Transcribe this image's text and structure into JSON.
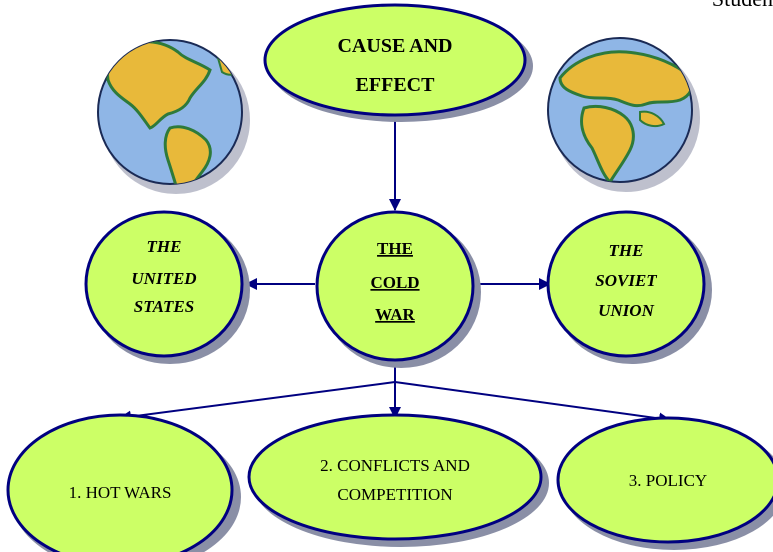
{
  "corner_text": "Studen",
  "colors": {
    "node_fill": "#ccff66",
    "node_stroke": "#000080",
    "arrow": "#000080",
    "shadow": "#8a8fa6",
    "ocean": "#8fb6e6",
    "land": "#e8b93a",
    "land_edge": "#2e7a3a"
  },
  "icons": {
    "globe_left": "globe-americas-icon",
    "globe_right": "globe-africa-eurasia-icon"
  },
  "nodes": {
    "top": {
      "lines": [
        "CAUSE AND",
        "EFFECT"
      ]
    },
    "center": {
      "lines": [
        "THE",
        "COLD",
        "WAR"
      ]
    },
    "left": {
      "lines": [
        "THE",
        "UNITED",
        "STATES"
      ]
    },
    "right": {
      "lines": [
        "THE",
        "SOVIET",
        "UNION"
      ]
    },
    "bottom_1": {
      "lines": [
        "1. HOT WARS"
      ]
    },
    "bottom_2": {
      "lines": [
        "2. CONFLICTS AND",
        "COMPETITION"
      ]
    },
    "bottom_3": {
      "lines": [
        "3. POLICY"
      ]
    }
  }
}
